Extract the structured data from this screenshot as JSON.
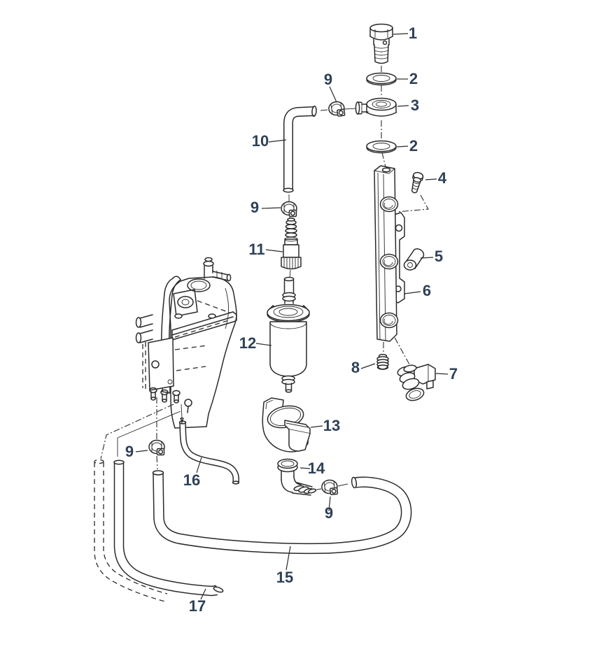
{
  "figure": {
    "kind": "exploded-parts-diagram",
    "palette": {
      "line": "#2a2a2a",
      "label": "#2e4157",
      "background": "#ffffff"
    }
  },
  "callouts": [
    {
      "part": "1"
    },
    {
      "part": "2"
    },
    {
      "part": "3"
    },
    {
      "part": "2"
    },
    {
      "part": "9"
    },
    {
      "part": "10"
    },
    {
      "part": "4"
    },
    {
      "part": "9"
    },
    {
      "part": "11"
    },
    {
      "part": "5"
    },
    {
      "part": "6"
    },
    {
      "part": "12"
    },
    {
      "part": "8"
    },
    {
      "part": "7"
    },
    {
      "part": "13"
    },
    {
      "part": "9"
    },
    {
      "part": "16"
    },
    {
      "part": "14"
    },
    {
      "part": "9"
    },
    {
      "part": "15"
    },
    {
      "part": "17"
    }
  ]
}
